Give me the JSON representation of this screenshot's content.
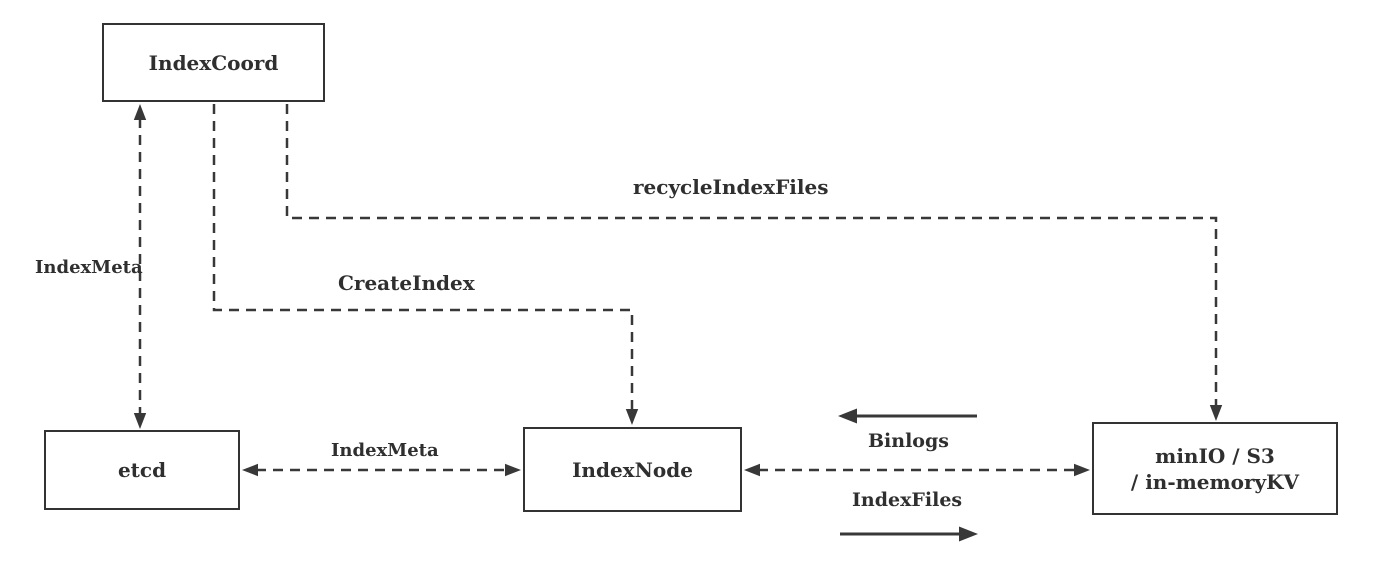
{
  "diagram": {
    "nodes": {
      "index_coord": {
        "label": "IndexCoord"
      },
      "etcd": {
        "label": "etcd"
      },
      "index_node": {
        "label": "IndexNode"
      },
      "storage": {
        "line1": "minIO / S3",
        "line2": "/ in-memoryKV"
      }
    },
    "edge_labels": {
      "index_meta_vertical": "IndexMeta",
      "create_index": "CreateIndex",
      "recycle_index_files": "recycleIndexFiles",
      "index_meta_horizontal": "IndexMeta",
      "binlogs": "Binlogs",
      "index_files": "IndexFiles"
    },
    "colors": {
      "stroke": "#383838",
      "text": "#2f2f2f",
      "background": "#ffffff"
    }
  }
}
